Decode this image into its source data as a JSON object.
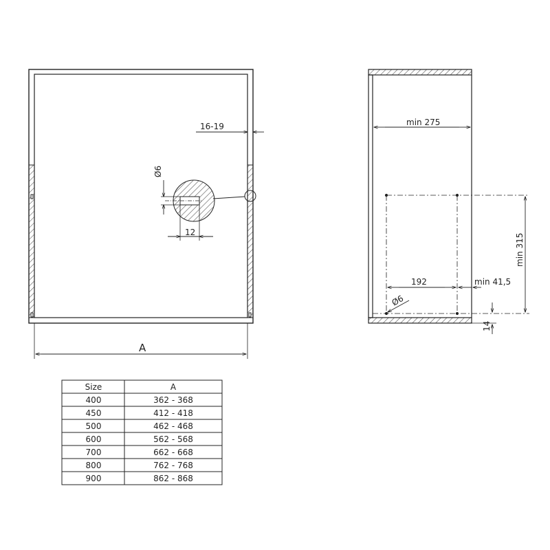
{
  "front_view": {
    "dim_gap": "16-19",
    "dim_hole": "6",
    "dim_slot": "12",
    "dim_width": "A",
    "diameter_symbol": "Ø"
  },
  "side_view": {
    "dim_depth": "min 275",
    "dim_height": "min 315",
    "dim_spacing": "192",
    "dim_front": "min 41,5",
    "dim_hole": "6",
    "dim_base": "14",
    "diameter_symbol": "Ø"
  },
  "size_table": {
    "headers": [
      "Size",
      "A"
    ],
    "rows": [
      [
        "400",
        "362 - 368"
      ],
      [
        "450",
        "412 - 418"
      ],
      [
        "500",
        "462 - 468"
      ],
      [
        "600",
        "562 - 568"
      ],
      [
        "700",
        "662 - 668"
      ],
      [
        "800",
        "762 - 768"
      ],
      [
        "900",
        "862 - 868"
      ]
    ]
  }
}
